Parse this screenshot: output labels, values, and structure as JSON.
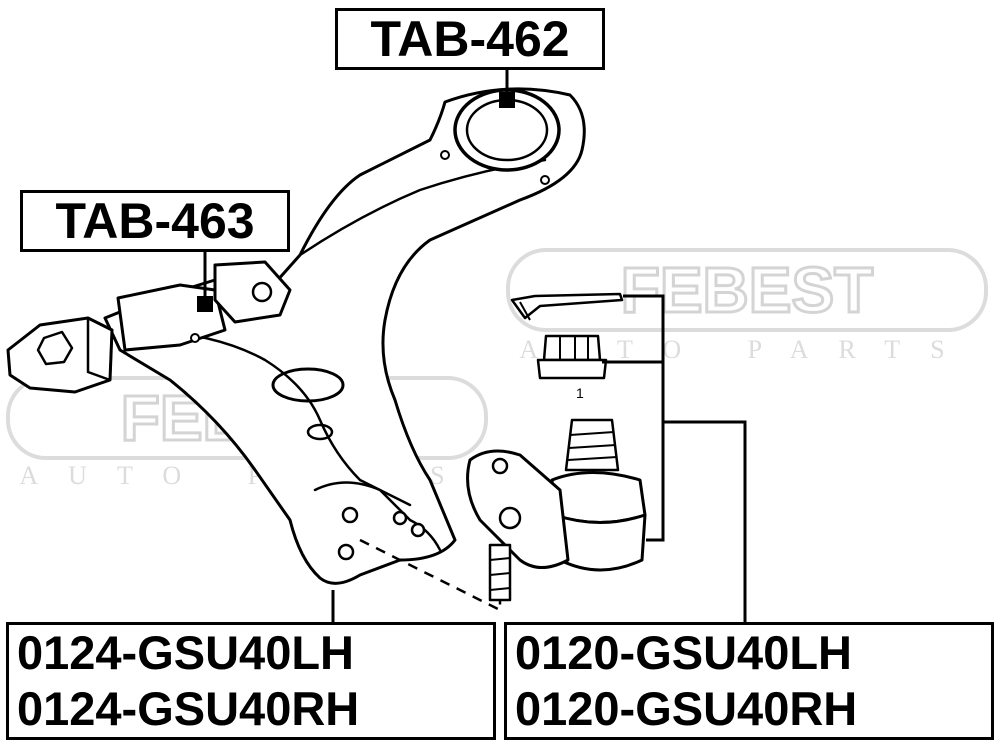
{
  "watermark": {
    "brand": "FEBEST",
    "tagline": "AUTO PARTS",
    "color": "#d8d8d8"
  },
  "callouts": {
    "upper_bushing": "TAB-462",
    "rear_bushing": "TAB-463",
    "control_arm": [
      "0124-GSU40LH",
      "0124-GSU40RH"
    ],
    "ball_joint": [
      "0120-GSU40LH",
      "0120-GSU40RH"
    ]
  },
  "diagram": {
    "ball_joint_index": "1"
  },
  "colors": {
    "ink": "#000000",
    "background": "#ffffff"
  }
}
